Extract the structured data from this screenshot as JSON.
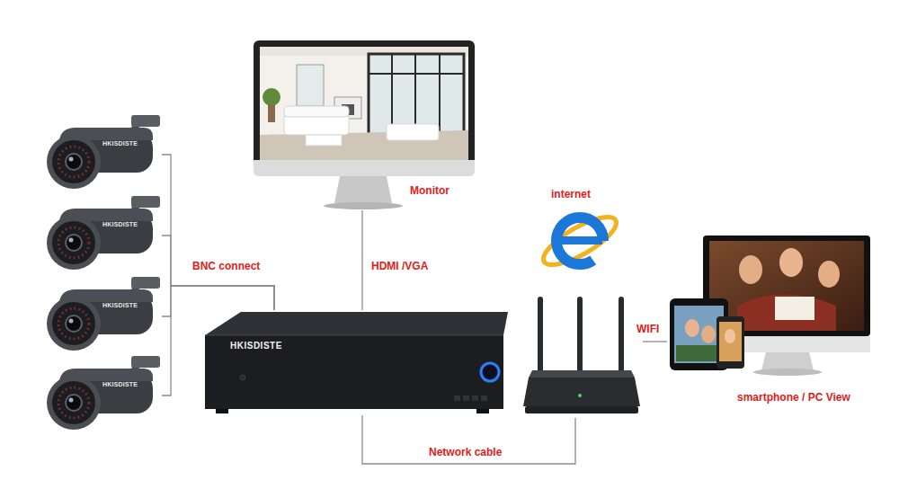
{
  "diagram": {
    "nodes": [
      {
        "text": [
          "HKISDISTE"
        ]
      },
      {
        "text": [
          "HKISDISTE"
        ]
      },
      {
        "text": [
          "HKISDISTE"
        ]
      },
      {
        "text": [
          "HKISDISTE"
        ]
      },
      {
        "text": [
          "Monitor"
        ]
      },
      {
        "text": [
          "HKISDISTE"
        ]
      },
      {
        "text": [
          "internet"
        ]
      },
      {
        "text": [
          "smartphone / PC View"
        ]
      }
    ],
    "edges": [
      {
        "from": 0,
        "to": 5,
        "arrow": "none",
        "label": "BNC connect"
      },
      {
        "from": 1,
        "to": 5,
        "arrow": "none"
      },
      {
        "from": 2,
        "to": 5,
        "arrow": "none"
      },
      {
        "from": 3,
        "to": 5,
        "arrow": "none"
      },
      {
        "from": 4,
        "to": 5,
        "arrow": "none",
        "label": "HDMI /VGA"
      },
      {
        "from": 5,
        "to": 6,
        "arrow": "none",
        "label": "Network cable"
      },
      {
        "from": 6,
        "to": 7,
        "arrow": "none",
        "label": "WIFI"
      }
    ]
  }
}
